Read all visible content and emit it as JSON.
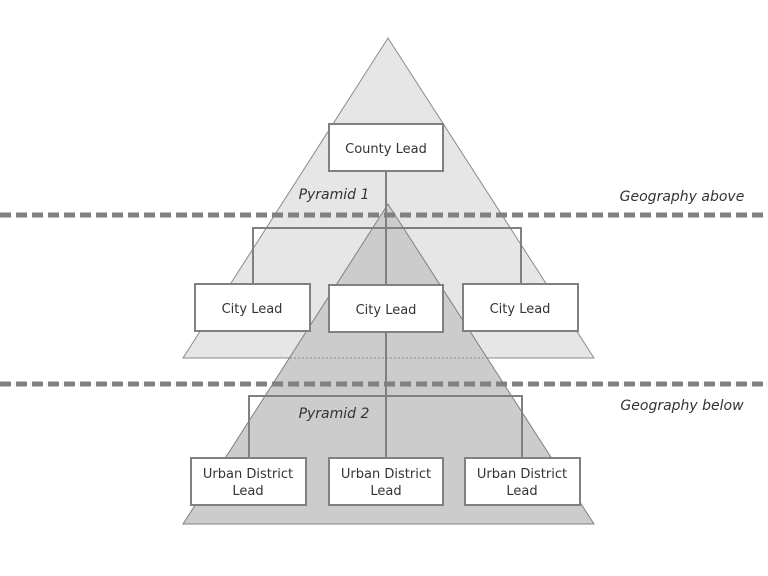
{
  "diagram": {
    "colors": {
      "pyramid1_fill": "#e6e6e6",
      "pyramid2_fill": "#cccccc",
      "stroke": "#808080",
      "box_fill": "#ffffff",
      "text": "#333333"
    },
    "pyramids": [
      {
        "id": "pyramid-1",
        "label": "Pyramid 1"
      },
      {
        "id": "pyramid-2",
        "label": "Pyramid 2"
      }
    ],
    "boundaries": {
      "above_label": "Geography above",
      "below_label": "Geography below"
    },
    "nodes": {
      "county": {
        "label": "County Lead"
      },
      "cities": [
        {
          "label": "City Lead"
        },
        {
          "label": "City Lead"
        },
        {
          "label": "City Lead"
        }
      ],
      "districts": [
        {
          "line1": "Urban District",
          "line2": "Lead"
        },
        {
          "line1": "Urban District",
          "line2": "Lead"
        },
        {
          "line1": "Urban District",
          "line2": "Lead"
        }
      ]
    }
  }
}
